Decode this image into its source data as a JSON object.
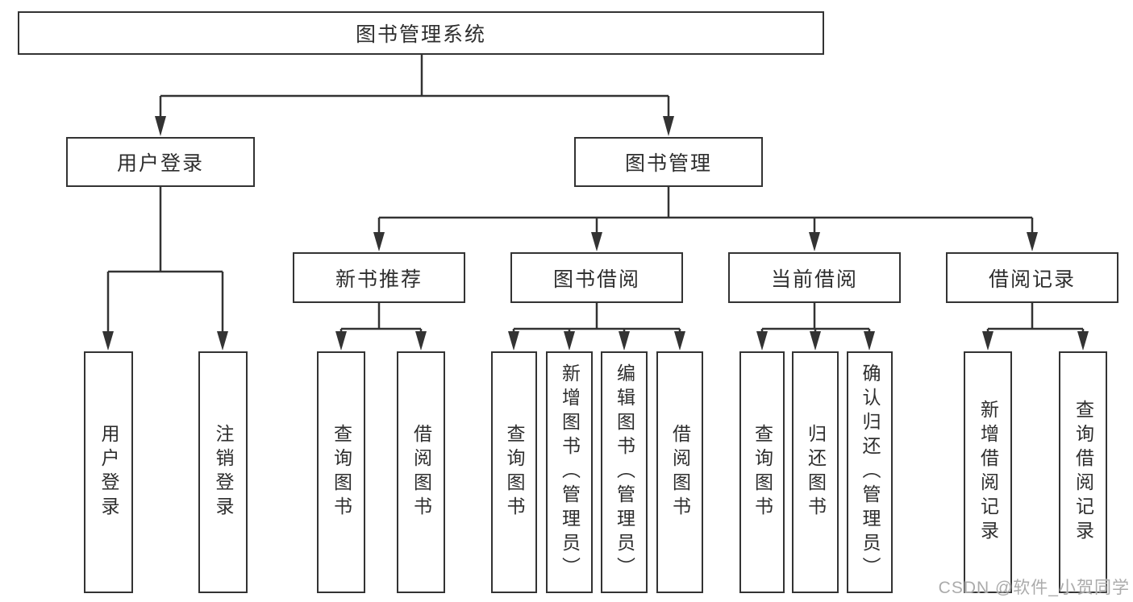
{
  "diagram": {
    "root": {
      "label": "图书管理系统"
    },
    "branches": [
      {
        "label": "用户登录",
        "children": [
          {
            "label": "用户登录"
          },
          {
            "label": "注销登录"
          }
        ]
      },
      {
        "label": "图书管理",
        "sections": [
          {
            "label": "新书推荐",
            "children": [
              {
                "label": "查询图书"
              },
              {
                "label": "借阅图书"
              }
            ]
          },
          {
            "label": "图书借阅",
            "children": [
              {
                "label": "查询图书"
              },
              {
                "label": "新增图书（管理员）"
              },
              {
                "label": "编辑图书（管理员）"
              },
              {
                "label": "借阅图书"
              }
            ]
          },
          {
            "label": "当前借阅",
            "children": [
              {
                "label": "查询图书"
              },
              {
                "label": "归还图书"
              },
              {
                "label": "确认归还（管理员）"
              }
            ]
          },
          {
            "label": "借阅记录",
            "children": [
              {
                "label": "新增借阅记录"
              },
              {
                "label": "查询借阅记录"
              }
            ]
          }
        ]
      }
    ]
  },
  "watermark": {
    "text": "CSDN @软件_小贺同学"
  },
  "colors": {
    "line": "#333333",
    "text": "#2e2e2e",
    "box_background": "#ffffff",
    "watermark": "#ababab",
    "page_background": "#ffffff"
  }
}
